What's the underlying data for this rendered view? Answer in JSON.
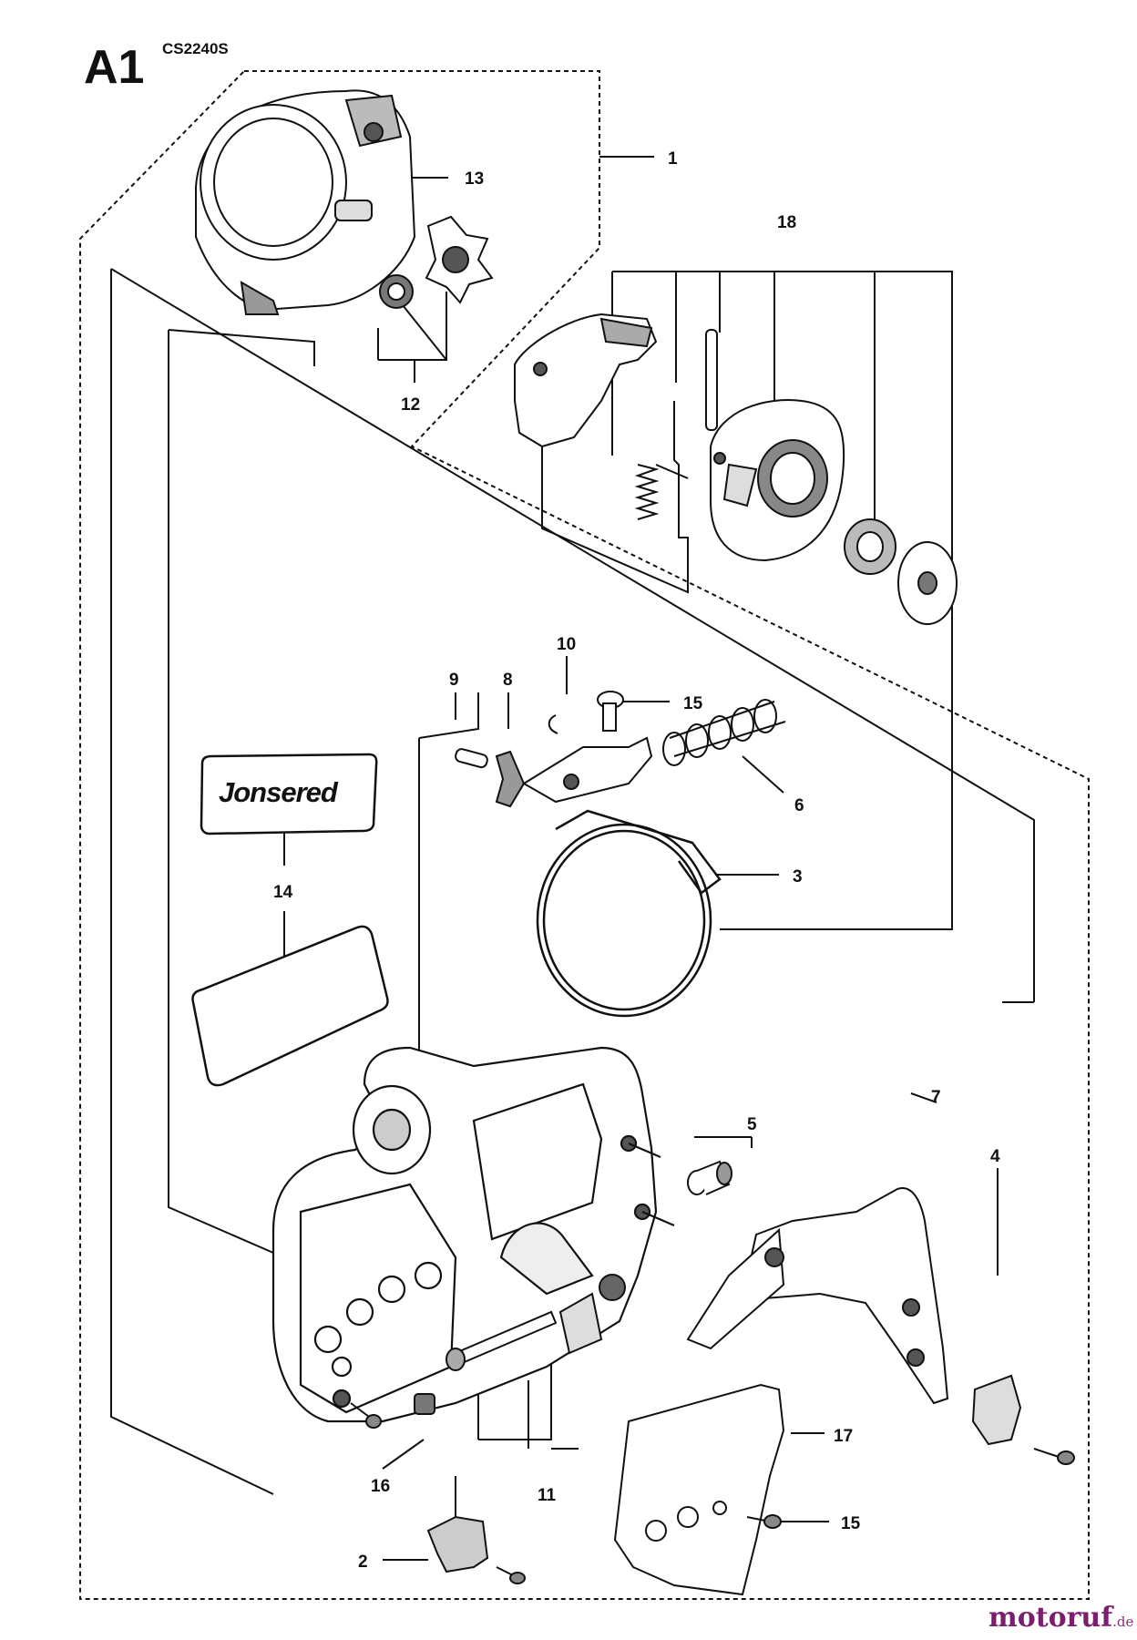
{
  "sheet": {
    "label": "A1",
    "model": "CS2240S"
  },
  "decal_brand": "Jonsered",
  "callouts": [
    "1",
    "2",
    "3",
    "4",
    "5",
    "6",
    "7",
    "8",
    "9",
    "10",
    "11",
    "12",
    "13",
    "14",
    "15",
    "16",
    "17",
    "18"
  ],
  "callout_15_repeat": "15",
  "watermark": {
    "name": "motoruf",
    "tld": ".de"
  }
}
